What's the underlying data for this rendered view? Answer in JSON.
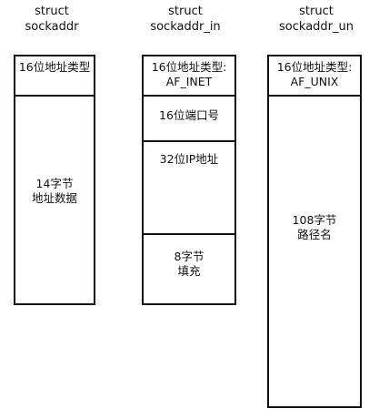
{
  "structs": [
    {
      "title_line1": "struct",
      "title_line2": "sockaddr",
      "fields": [
        {
          "line1": "16位地址类型",
          "line2": ""
        },
        {
          "line1": "14字节",
          "line2": "地址数据"
        }
      ]
    },
    {
      "title_line1": "struct",
      "title_line2": "sockaddr_in",
      "fields": [
        {
          "line1": "16位地址类型:",
          "line2": "AF_INET"
        },
        {
          "line1": "16位端口号",
          "line2": ""
        },
        {
          "line1": "32位IP地址",
          "line2": ""
        },
        {
          "line1": "8字节",
          "line2": "填充"
        }
      ]
    },
    {
      "title_line1": "struct",
      "title_line2": "sockaddr_un",
      "fields": [
        {
          "line1": "16位地址类型:",
          "line2": "AF_UNIX"
        },
        {
          "line1": "108字节",
          "line2": "路径名"
        }
      ]
    }
  ]
}
